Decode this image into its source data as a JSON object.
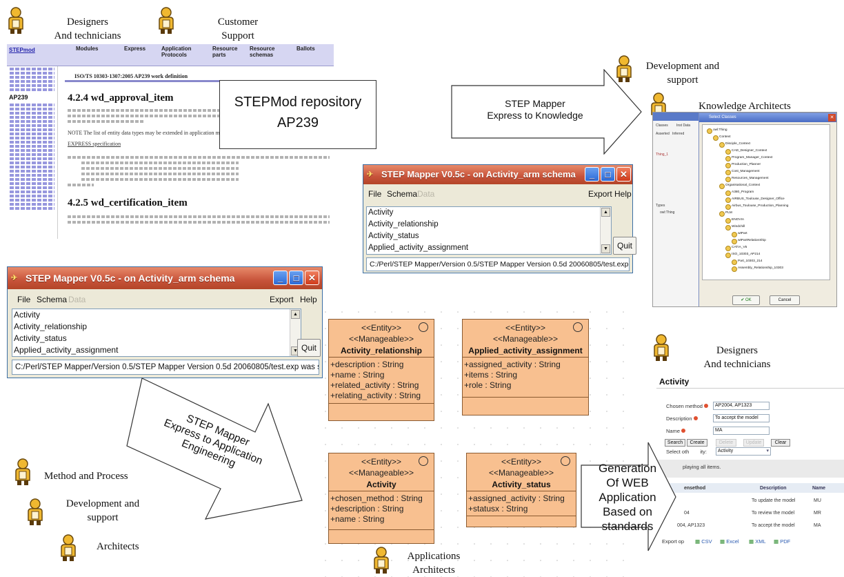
{
  "roles": {
    "designers_top": [
      "Designers",
      "And technicians"
    ],
    "customer_support": [
      "Customer",
      "Support"
    ],
    "dev_support_right": [
      "Development and",
      "support"
    ],
    "knowledge_architects": "Knowledge Architects",
    "designers_right": [
      "Designers",
      "And technicians"
    ],
    "method_process": "Method and Process",
    "dev_support_left": [
      "Development and",
      "support"
    ],
    "architects": "Architects",
    "applications_architects": [
      "Applications",
      "Architects"
    ]
  },
  "stepmod": {
    "nav": [
      "STEPmod",
      "Modules",
      "Express",
      "Application Protocols",
      "Resource parts",
      "Resource schemas",
      "Ballots"
    ],
    "side_title": "AP239",
    "doc_title": "ISO/TS 10303-1307:2005 AP239 work definition",
    "heading1": "4.2.4 wd_approval_item",
    "note": "NOTE The list of entity data types may be extended in application modules that use",
    "express_link": "EXPRESS specification",
    "heading2": "4.2.5 wd_certification_item"
  },
  "callout": {
    "line1": "STEPMod repository",
    "line2": "AP239"
  },
  "arrow_top": {
    "line1": "STEP Mapper",
    "line2": "Express to Knowledge"
  },
  "arrow_bottom": {
    "line1": "STEP Mapper",
    "line2": "Express to Application",
    "line3": "Engineering"
  },
  "mapper": {
    "title": "STEP Mapper V0.5c - on Activity_arm schema",
    "menu": {
      "file": "File",
      "schema": "Schema",
      "data": "Data",
      "export": "Export",
      "help": "Help"
    },
    "items": [
      "Activity",
      "Activity_relationship",
      "Activity_status",
      "Applied_activity_assignment"
    ],
    "quit": "Quit",
    "status": "C:/Perl/STEP Mapper/Version 0.5/STEP Mapper Version 0.5d 20060805/test.exp was selected"
  },
  "knowledge": {
    "dialog_title": "Select Classes",
    "tabs": [
      "Classes",
      "Inst Data"
    ],
    "sub_tabs": [
      "Asserted",
      "Inferred"
    ],
    "left_item": "Thing_1",
    "types_label": "Types",
    "types_item": "owl:Thing",
    "tree": [
      "owl:Thing",
      "Context",
      "Disciple_Context",
      "CAD_Designer_Context",
      "Program_Manager_Context",
      "Production_Planner",
      "Cost_Management",
      "Resources_Management",
      "Organisational_Context",
      "A380_Program",
      "AIRBUS_Toulouse_Designer_Office",
      "Airbus_Toulouse_Production_Planning",
      "PLM",
      "ENOVIA",
      "Windchill",
      "wtPart",
      "wtPartRelationShip",
      "CATIA_V5",
      "ISO_10303_AP214",
      "Part_10303_214",
      "Assembly_Relationship_10303"
    ],
    "ok": "OK",
    "cancel": "Cancel"
  },
  "uml": {
    "stereo1": "<<Entity>>",
    "stereo2": "<<Manageable>>",
    "classes": [
      {
        "name": "Activity_relationship",
        "attrs": [
          "+description : String",
          "+name : String",
          "+related_activity : String",
          "+relating_activity : String"
        ]
      },
      {
        "name": "Applied_activity_assignment",
        "attrs": [
          "+assigned_activity : String",
          "+items : String",
          "+role : String"
        ]
      },
      {
        "name": "Activity",
        "attrs": [
          "+chosen_method : String",
          "+description : String",
          "+name : String"
        ]
      },
      {
        "name": "Activity_status",
        "attrs": [
          "+assigned_activity : String",
          "+statusx : String"
        ]
      }
    ]
  },
  "webform": {
    "title": "Activity",
    "fields": [
      {
        "label": "Chosen method",
        "value": "AP2004, AP1323"
      },
      {
        "label": "Description",
        "value": "To accept the model"
      },
      {
        "label": "Name",
        "value": "MA"
      }
    ],
    "buttons": [
      "Search",
      "Create",
      "Delete",
      "Update",
      "Clear"
    ],
    "select_label": "Select oth",
    "select_label_end": "ity:",
    "select_value": "Activity",
    "info": "playing all items.",
    "headers": [
      "ensethod",
      "Description",
      "Name"
    ],
    "rows": [
      {
        "method": "",
        "description": "To update the model",
        "name": "MU"
      },
      {
        "method": "04",
        "description": "To review the model",
        "name": "MR"
      },
      {
        "method": "004, AP1323",
        "description": "To accept the model",
        "name": "MA"
      }
    ],
    "export_label": "Export op",
    "exports": [
      "CSV",
      "Excel",
      "XML",
      "PDF"
    ]
  },
  "generation": [
    "Generation",
    "Of  WEB",
    "Application",
    "Based on standards"
  ]
}
